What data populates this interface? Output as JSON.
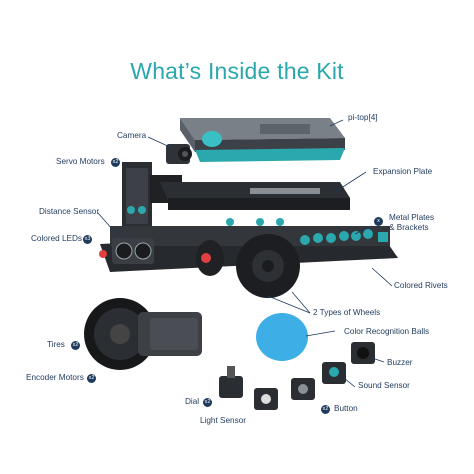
{
  "title": "What’s Inside the Kit",
  "colors": {
    "accent": "#2aa8ad",
    "label": "#1f3a5c",
    "badge": "#1f3a5c"
  },
  "labels": {
    "camera": "Camera",
    "pitop": "pi-top[4]",
    "servo_motors": "Servo Motors",
    "expansion_plate": "Expansion Plate",
    "distance_sensor": "Distance Sensor",
    "metal_plates": "Metal Plates",
    "brackets": "& Brackets",
    "colored_leds": "Colored LEDs",
    "colored_rivets": "Colored Rivets",
    "two_types_wheels": "2 Types of Wheels",
    "color_balls": "Color Recognition Balls",
    "tires": "Tires",
    "buzzer": "Buzzer",
    "encoder_motors": "Encoder Motors",
    "sound_sensor": "Sound Sensor",
    "dial": "Dial",
    "button": "Button",
    "light_sensor": "Light Sensor"
  },
  "badges": {
    "servo_motors": "x2",
    "metal_plates": "x",
    "colored_leds": "x3",
    "tires": "x2",
    "encoder_motors": "x2",
    "dial": "x2",
    "button": "x2"
  }
}
